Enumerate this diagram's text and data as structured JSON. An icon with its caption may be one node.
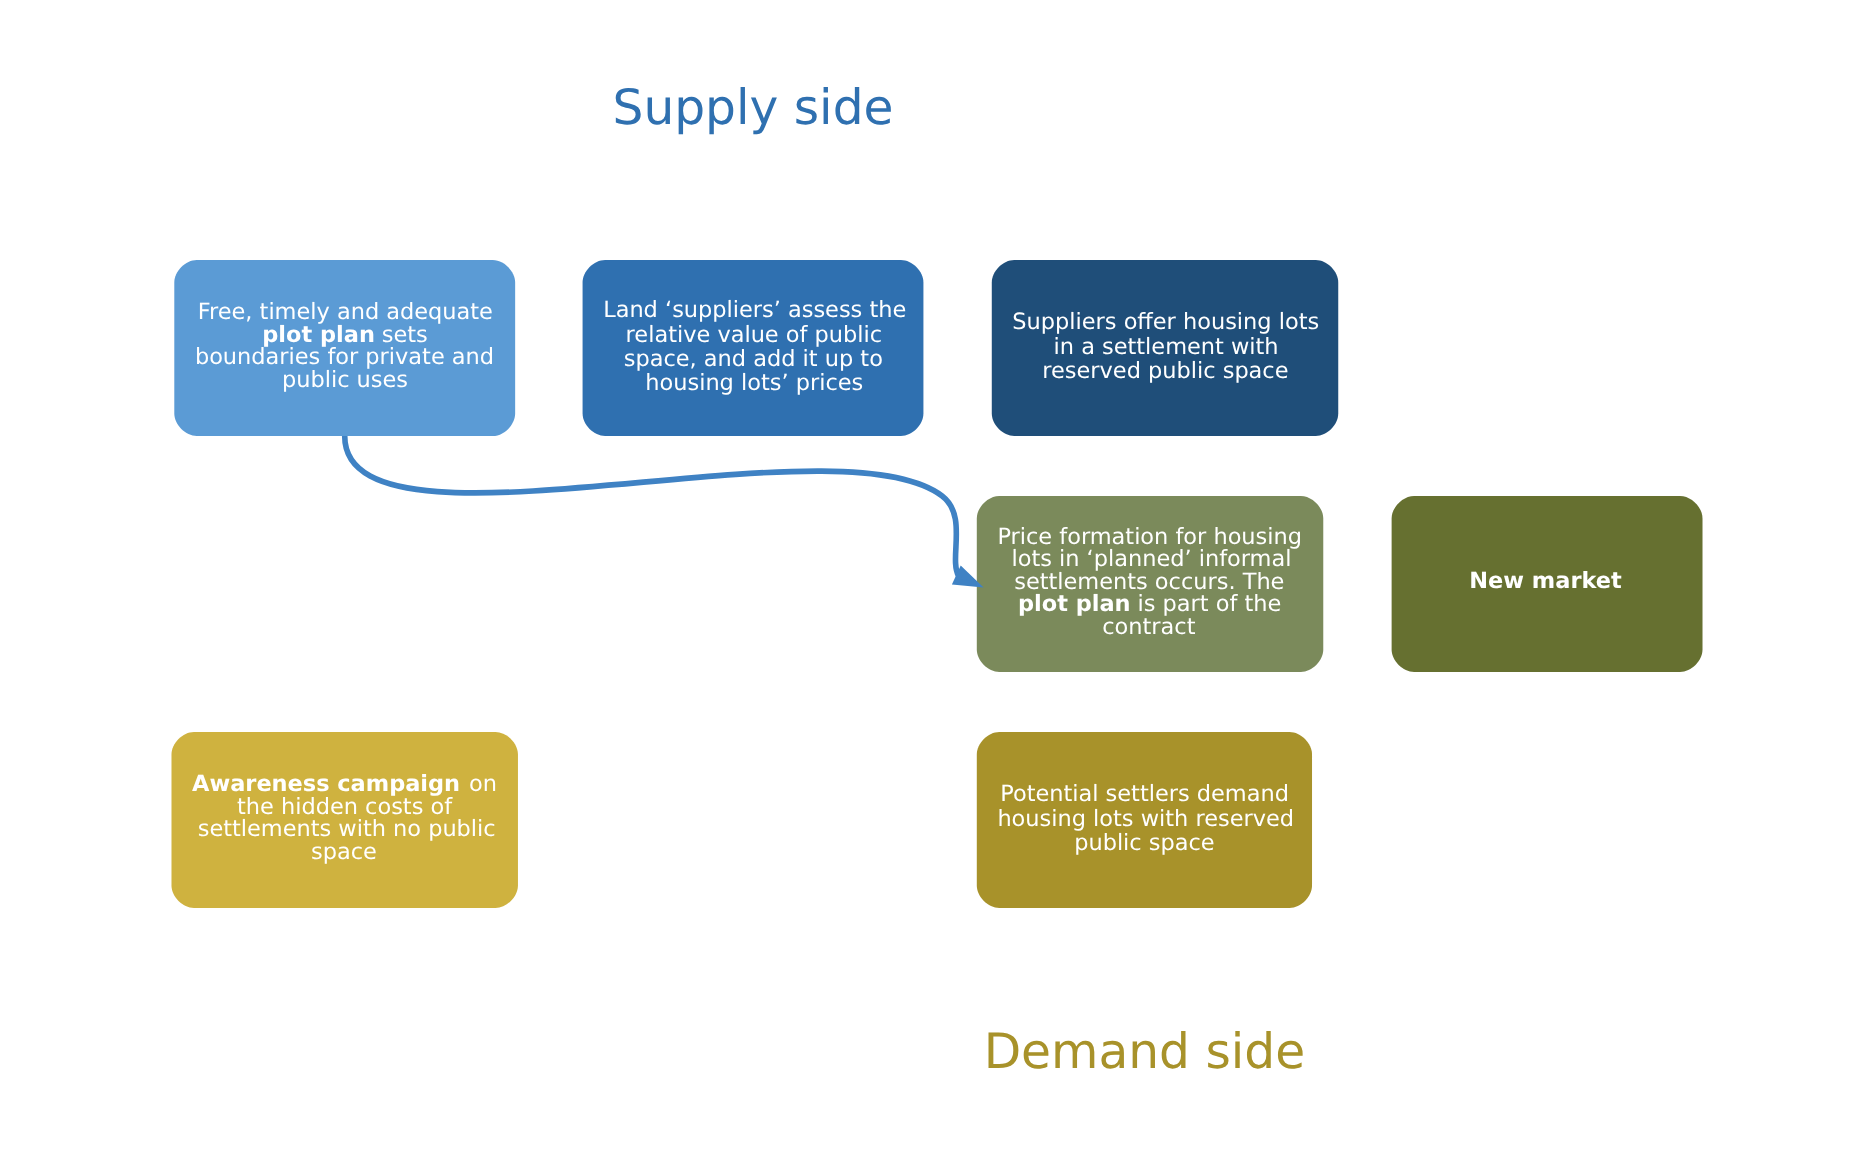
{
  "diagram": {
    "nodes": [
      {
        "text": [
          "Free, timely and adequate **plot plan** sets boundaries for private and public uses"
        ]
      },
      {
        "text": [
          "Land ‘suppliers’ assess the relative value of public space, and add it up to housing lots’ prices"
        ]
      },
      {
        "text": [
          "Suppliers offer housing lots in a settlement with reserved public space"
        ]
      },
      {
        "text": [
          "Price formation for housing  lots in ‘planned’ informal settlements occurs. The **plot plan** is part of the contract"
        ]
      },
      {
        "text": [
          "**New market**"
        ]
      },
      {
        "text": [
          "**Awareness campaign** on the hidden costs of settlements with no public space"
        ]
      },
      {
        "text": [
          "Potential settlers demand housing lots with reserved public space"
        ]
      }
    ],
    "edges": [
      {
        "from": 0,
        "to": 3,
        "arrow": "to"
      }
    ],
    "labels": [
      "Supply side",
      "Demand side"
    ]
  }
}
